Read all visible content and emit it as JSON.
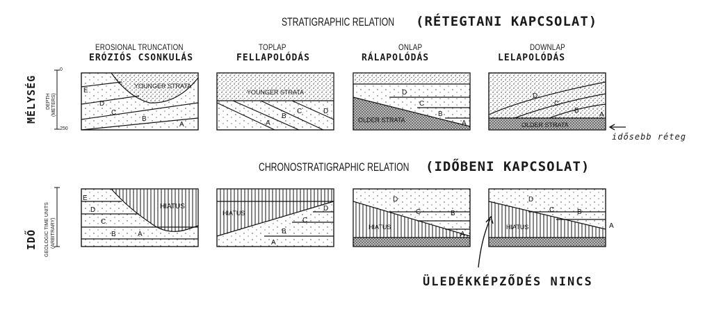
{
  "headers": {
    "strat_title": "STRATIGRAPHIC RELATION",
    "strat_hu": "(RÉTEGTANI KAPCSOLAT)",
    "chrono_title": "CHRONOSTRATIGRAPHIC RELATION",
    "chrono_hu": "(IDŐBENI KAPCSOLAT)"
  },
  "panels": [
    {
      "en": "EROSIONAL TRUNCATION",
      "hu": "ERÓZIÓS CSONKULÁS"
    },
    {
      "en": "TOPLAP",
      "hu": "FELLAPOLÓDÁS"
    },
    {
      "en": "ONLAP",
      "hu": "RÁLAPOLÓDÁS"
    },
    {
      "en": "DOWNLAP",
      "hu": "LELAPOLÓDÁS"
    }
  ],
  "axes": {
    "depth_hu": "MÉLYSÉG",
    "depth_label": "DEPTH",
    "depth_unit": "(METERS)",
    "depth_top": "0",
    "depth_bottom": "250",
    "time_hu": "IDŐ",
    "time_label": "GEOLOGIC TIME UNITS",
    "time_unit": "(ARBITRARY)"
  },
  "labels": {
    "younger": "YOUNGER STRATA",
    "older": "OLDER STRATA",
    "hiatus": "HIATUS",
    "a": "A",
    "b": "B",
    "c": "C",
    "d": "D",
    "e": "E"
  },
  "annotations": {
    "older_layer": "idősebb réteg",
    "no_sedimentation": "ÜLEDÉKKÉPZŐDÉS NINCS"
  }
}
